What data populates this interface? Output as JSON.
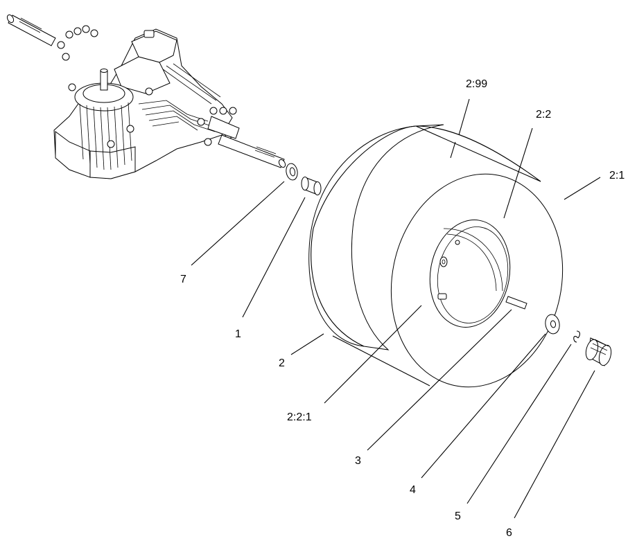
{
  "callouts": [
    {
      "id": "c1",
      "text": "1"
    },
    {
      "id": "c2",
      "text": "2"
    },
    {
      "id": "c3",
      "text": "3"
    },
    {
      "id": "c4",
      "text": "4"
    },
    {
      "id": "c5",
      "text": "5"
    },
    {
      "id": "c6",
      "text": "6"
    },
    {
      "id": "c7",
      "text": "7"
    },
    {
      "id": "c299",
      "text": "2:99"
    },
    {
      "id": "c22",
      "text": "2:2"
    },
    {
      "id": "c21",
      "text": "2:1"
    },
    {
      "id": "c221",
      "text": "2:2:1"
    }
  ]
}
